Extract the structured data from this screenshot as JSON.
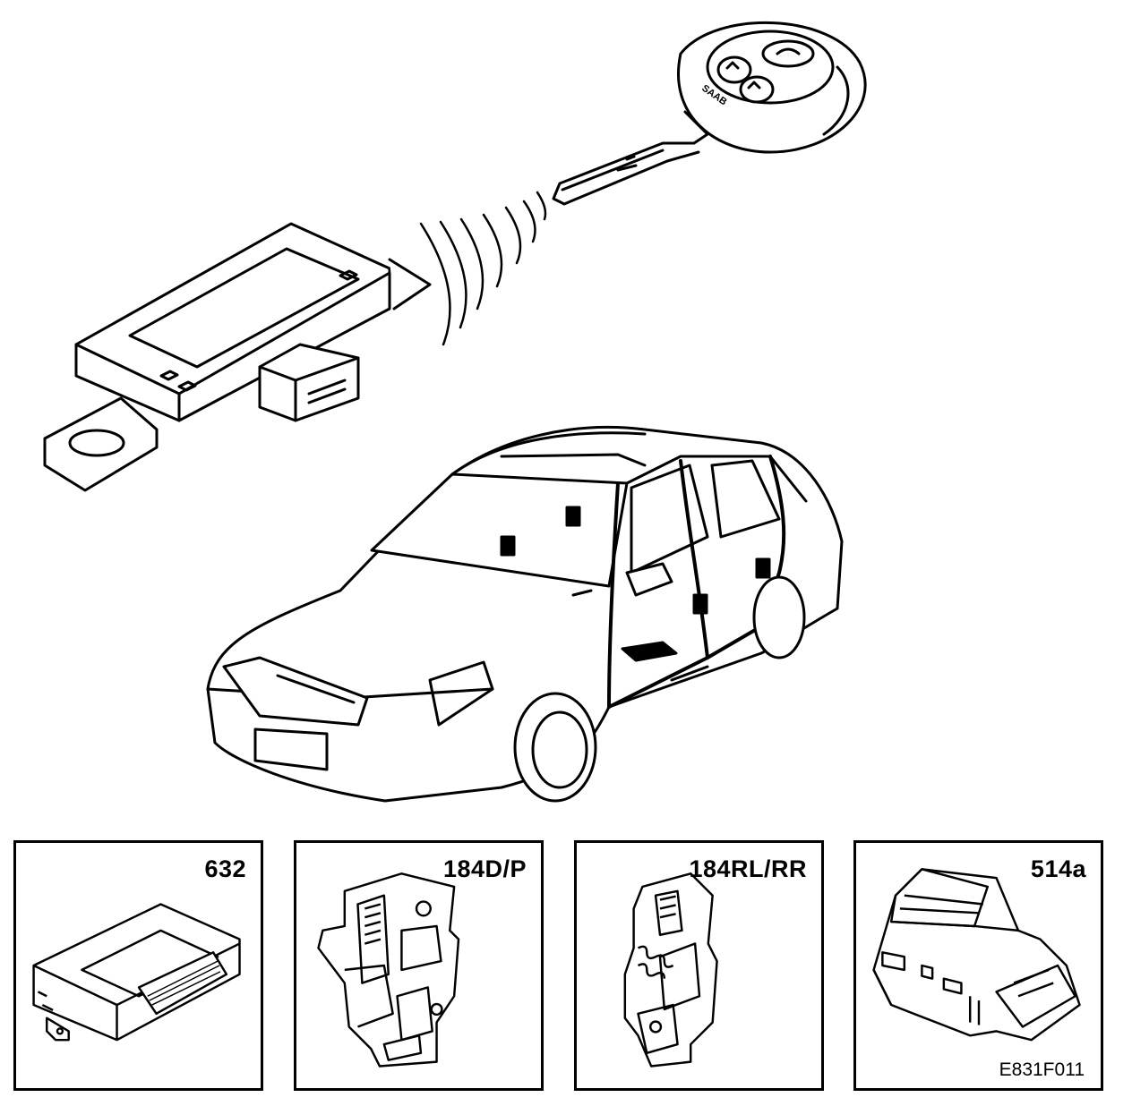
{
  "panels": [
    {
      "label": "632"
    },
    {
      "label": "184D/P"
    },
    {
      "label": "184RL/RR"
    },
    {
      "label": "514a"
    }
  ],
  "key_brand": "SAAB",
  "figure_code": "E831F011"
}
